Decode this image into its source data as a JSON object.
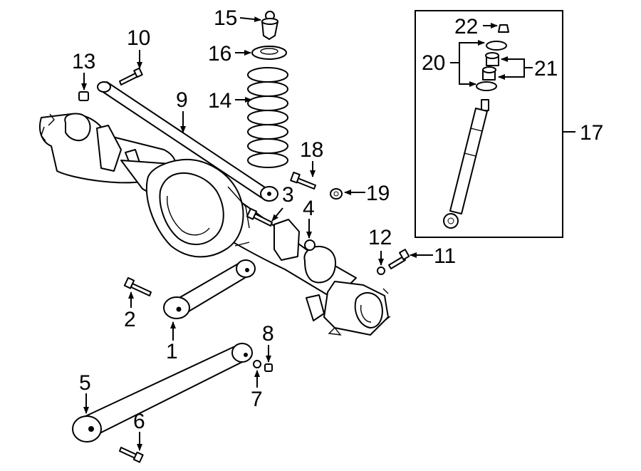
{
  "diagram": {
    "callouts": [
      {
        "id": "c1",
        "text": "1"
      },
      {
        "id": "c2",
        "text": "2"
      },
      {
        "id": "c3",
        "text": "3"
      },
      {
        "id": "c4",
        "text": "4"
      },
      {
        "id": "c5",
        "text": "5"
      },
      {
        "id": "c6",
        "text": "6"
      },
      {
        "id": "c7",
        "text": "7"
      },
      {
        "id": "c8",
        "text": "8"
      },
      {
        "id": "c9",
        "text": "9"
      },
      {
        "id": "c10",
        "text": "10"
      },
      {
        "id": "c11",
        "text": "11"
      },
      {
        "id": "c12",
        "text": "12"
      },
      {
        "id": "c13",
        "text": "13"
      },
      {
        "id": "c14",
        "text": "14"
      },
      {
        "id": "c15",
        "text": "15"
      },
      {
        "id": "c16",
        "text": "16"
      },
      {
        "id": "c17",
        "text": "17"
      },
      {
        "id": "c18",
        "text": "18"
      },
      {
        "id": "c19",
        "text": "19"
      },
      {
        "id": "c20",
        "text": "20"
      },
      {
        "id": "c21",
        "text": "21"
      },
      {
        "id": "c22",
        "text": "22"
      }
    ]
  }
}
